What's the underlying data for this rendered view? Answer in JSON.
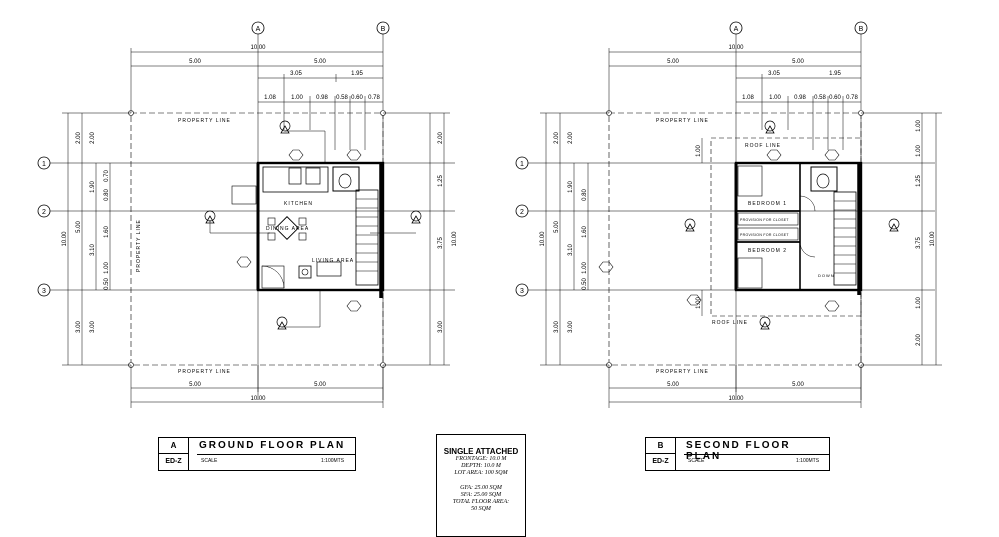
{
  "grid": {
    "cols": [
      "A",
      "B"
    ],
    "rows": [
      "1",
      "2",
      "3"
    ]
  },
  "dims": {
    "d1000": "10.00",
    "d500": "5.00",
    "d305": "3.05",
    "d195": "1.95",
    "d108": "1.08",
    "d100": "1.00",
    "d098": "0.98",
    "d058": "0.58",
    "d060": "0.60",
    "d078": "0.78",
    "d200": "2.00",
    "d190": "1.90",
    "d310": "3.10",
    "d300": "3.00",
    "d125": "1.25",
    "d375": "3.75",
    "d070": "0.70",
    "d080": "0.80",
    "d160": "1.60",
    "d050": "0.50"
  },
  "labels": {
    "property_line": "PROPERTY LINE",
    "roof_line": "ROOF LINE",
    "kitchen": "KITCHEN",
    "dining": "DINING AREA",
    "living": "LIVING AREA",
    "bedroom1": "BEDROOM 1",
    "bedroom2": "BEDROOM 2",
    "closet": "PROVISION FOR CLOSET",
    "down": "DOWN"
  },
  "title_ground": {
    "letter": "A",
    "code": "ED-Z",
    "title": "GROUND FLOOR PLAN",
    "scale_label": "SCALE",
    "scale": "1:100MTS"
  },
  "title_second": {
    "letter": "B",
    "code": "ED-Z",
    "title": "SECOND FLOOR PLAN",
    "scale_label": "SCALE",
    "scale": "1:100MTS"
  },
  "info": {
    "title": "SINGLE ATTACHED",
    "frontage": "FRONTAGE: 10.0 M",
    "depth": "DEPTH: 10.0 M",
    "lot": "LOT AREA: 100 SQM",
    "gfa": "GFA: 25.00 SQM",
    "sfa": "SFA: 25.00 SQM",
    "tfa": "TOTAL FLOOR AREA:",
    "tfa_val": "50 SQM"
  }
}
